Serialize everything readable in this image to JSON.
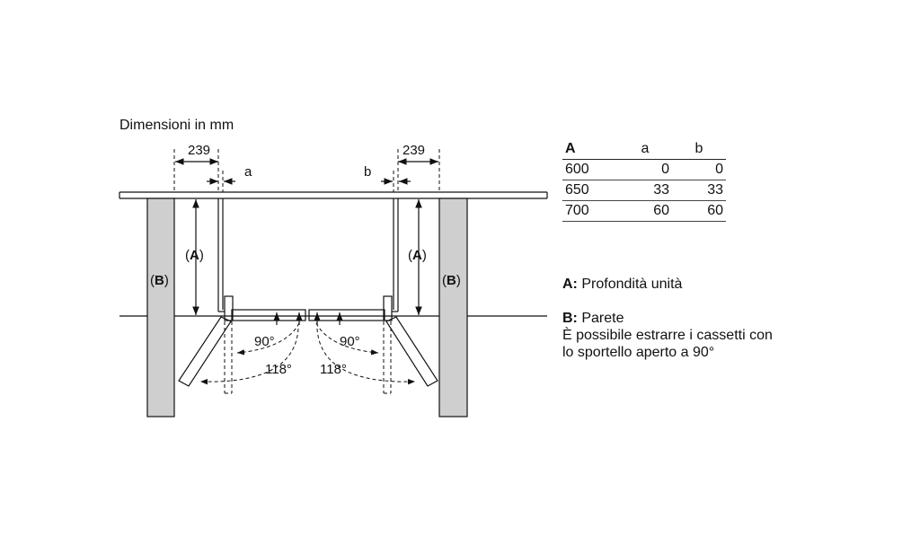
{
  "title": "Dimensioni in mm",
  "diagram": {
    "dim_left": "239",
    "dim_right": "239",
    "gap_left": "a",
    "gap_right": "b",
    "depth_label_left": "A",
    "depth_label_right": "A",
    "wall_label_left": "B",
    "wall_label_right": "B",
    "angle_90_left": "90°",
    "angle_90_right": "90°",
    "angle_118_left": "118°",
    "angle_118_right": "118°"
  },
  "table": {
    "headers": [
      "A",
      "a",
      "b"
    ],
    "rows": [
      [
        "600",
        "0",
        "0"
      ],
      [
        "650",
        "33",
        "33"
      ],
      [
        "700",
        "60",
        "60"
      ]
    ]
  },
  "legend": {
    "a_key": "A:",
    "a_text": "Profondità unità",
    "b_key": "B:",
    "b_text": "Parete",
    "note_line1": "È possibile estrarre i cassetti con",
    "note_line2": "lo sportello aperto a 90°"
  },
  "colors": {
    "wall_fill": "#cfcfcf",
    "line": "#111111"
  }
}
